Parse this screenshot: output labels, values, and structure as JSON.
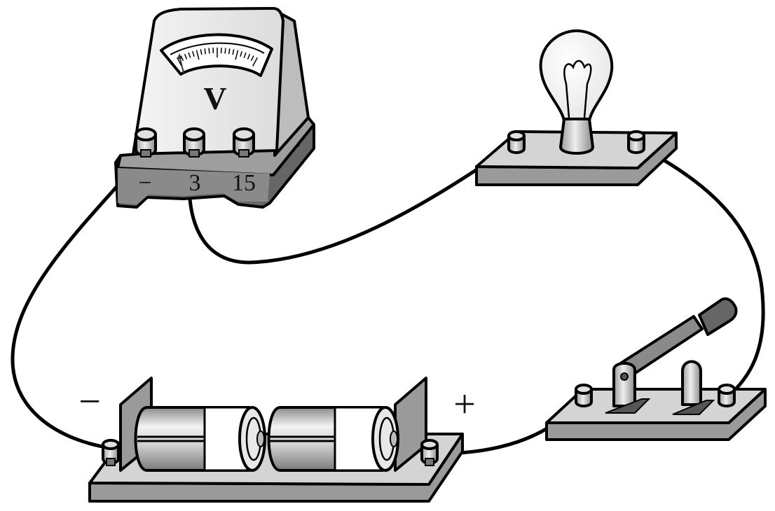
{
  "voltmeter": {
    "symbol": "V",
    "terminals": [
      "−",
      "3",
      "15"
    ]
  },
  "battery": {
    "negative_label": "−",
    "positive_label": "+"
  },
  "colors": {
    "outline": "#000000",
    "base_top": "#d4d4d4",
    "base_side": "#9a9a9a",
    "dark_base": "#666666"
  }
}
